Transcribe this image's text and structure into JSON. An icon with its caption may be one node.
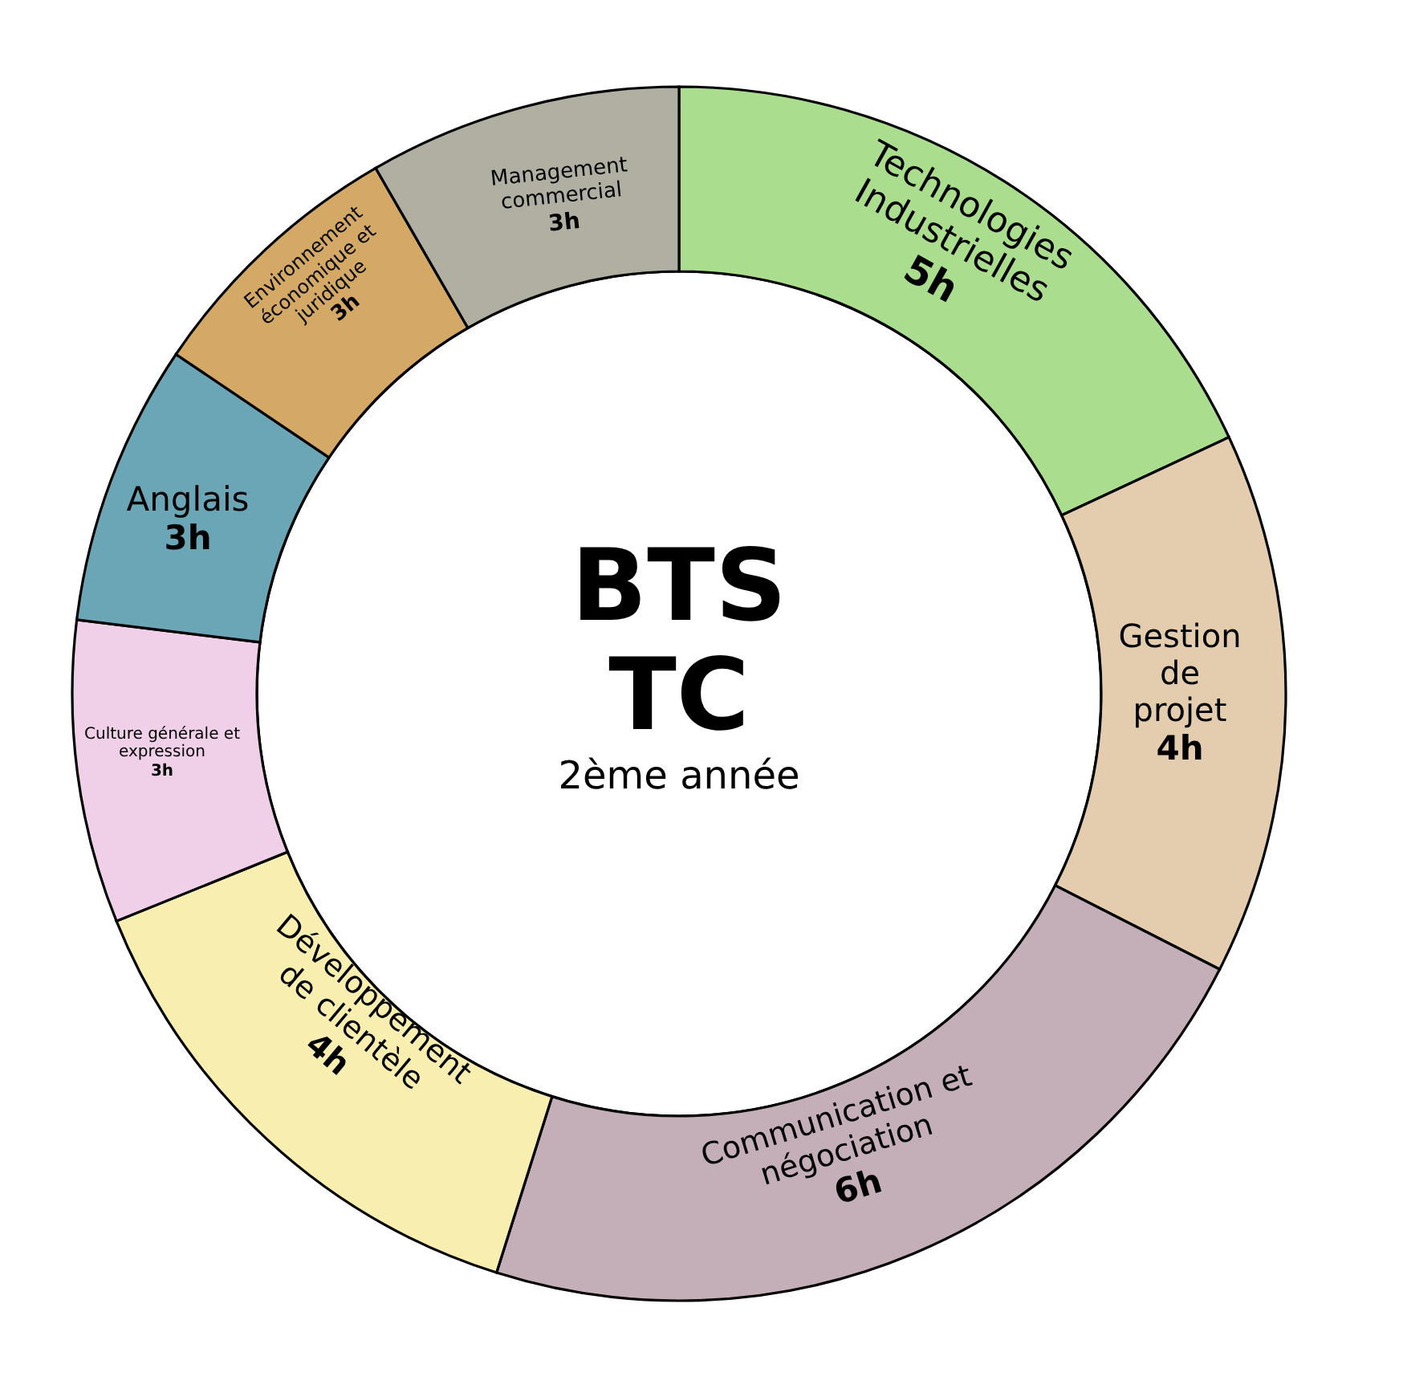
{
  "diagram": {
    "nodes": [
      {
        "text": [
          "BTS TC",
          "2ème année"
        ]
      },
      {
        "text": [
          "Technologies Industrielles",
          "5h"
        ]
      },
      {
        "text": [
          "Gestion de projet",
          "4h"
        ]
      },
      {
        "text": [
          "Communication et négociation",
          "6h"
        ]
      },
      {
        "text": [
          "Développement de clientèle",
          "4h"
        ]
      },
      {
        "text": [
          "Culture générale et expression",
          "3h"
        ]
      },
      {
        "text": [
          "Anglais",
          "3h"
        ]
      },
      {
        "text": [
          "Environnement économique et juridique",
          "3h"
        ]
      },
      {
        "text": [
          "Management commercial",
          "3h"
        ]
      }
    ]
  }
}
